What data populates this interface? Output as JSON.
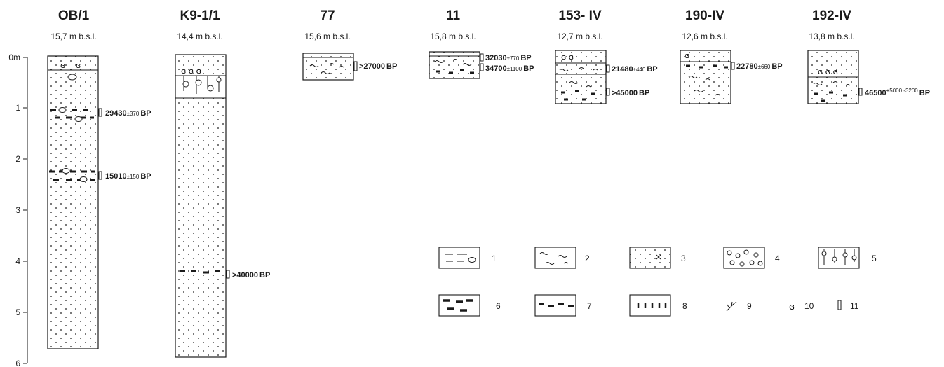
{
  "depth_axis": {
    "labels": [
      "0m",
      "1",
      "2",
      "3",
      "4",
      "5",
      "6"
    ],
    "max_depth_m": 6
  },
  "profiles": [
    {
      "name": "OB/1",
      "elevation": "15,7 m b.s.l.",
      "depth_m": 5.75,
      "dates": [
        {
          "text": "29430",
          "error": "±370",
          "unit": "BP",
          "depth_m": 1.15
        },
        {
          "text": "15010",
          "error": "±150",
          "unit": "BP",
          "depth_m": 2.4
        }
      ]
    },
    {
      "name": "K9-1/1",
      "elevation": "14,4 m b.s.l.",
      "depth_m": 5.85,
      "dates": [
        {
          "text": ">40000",
          "error": "",
          "unit": "BP",
          "depth_m": 4.35
        }
      ]
    },
    {
      "name": "77",
      "elevation": "15,6 m b.s.l.",
      "depth_m": 0.55,
      "dates": [
        {
          "text": ">27000",
          "error": "",
          "unit": "BP",
          "depth_m": 0.4
        }
      ]
    },
    {
      "name": "11",
      "elevation": "15,8 m b.s.l.",
      "depth_m": 0.5,
      "dates": [
        {
          "text": "32030",
          "error": "±770",
          "unit": "BP",
          "depth_m": 0.12
        },
        {
          "text": "34700",
          "error": "±1100",
          "unit": "BP",
          "depth_m": 0.3
        }
      ]
    },
    {
      "name": "153- IV",
      "elevation": "12,7 m b.s.l.",
      "depth_m": 1.0,
      "dates": [
        {
          "text": "21480",
          "error": "±440",
          "unit": "BP",
          "depth_m": 0.25
        },
        {
          "text": ">45000",
          "error": "",
          "unit": "BP",
          "depth_m": 0.75
        }
      ]
    },
    {
      "name": "190-IV",
      "elevation": "12,6 m b.s.l.",
      "depth_m": 1.0,
      "dates": [
        {
          "text": "22780",
          "error": "±660",
          "unit": "BP",
          "depth_m": 0.22
        }
      ]
    },
    {
      "name": "192-IV",
      "elevation": "13,8 m b.s.l.",
      "depth_m": 1.0,
      "dates": [
        {
          "text": "46500",
          "error": "+5000 -3200",
          "unit": "BP",
          "depth_m": 0.75
        }
      ]
    }
  ],
  "legend": [
    "1",
    "2",
    "3",
    "4",
    "5",
    "6",
    "7",
    "8",
    "9",
    "10",
    "11"
  ]
}
